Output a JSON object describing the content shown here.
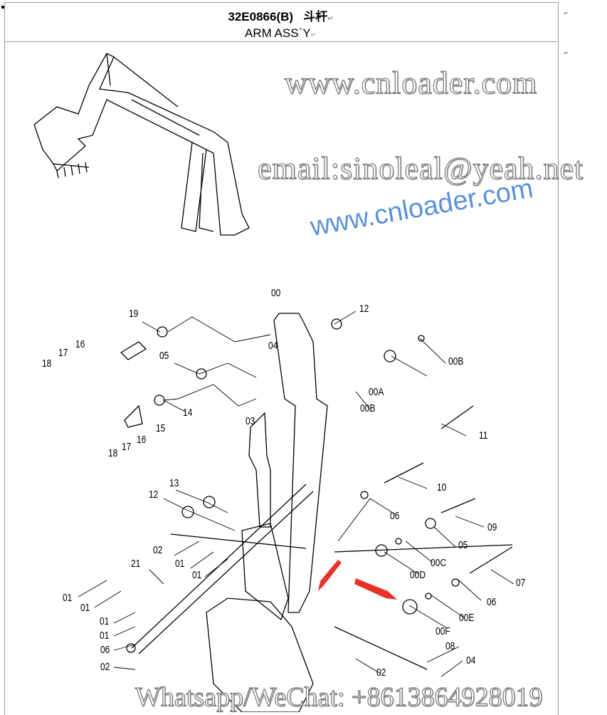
{
  "header": {
    "title": "32E0866(B)",
    "title_cn": "斗杆",
    "subtitle": "ARM ASS`Y"
  },
  "labels": [
    "00",
    "12",
    "19",
    "16",
    "17",
    "18",
    "05",
    "04",
    "00B",
    "00A",
    "00B",
    "03",
    "14",
    "15",
    "16",
    "17",
    "18",
    "11",
    "10",
    "13",
    "12",
    "06",
    "09",
    "05",
    "02",
    "01",
    "01",
    "21",
    "00C",
    "00D",
    "01",
    "01",
    "07",
    "06",
    "01",
    "01",
    "00E",
    "00F",
    "06",
    "08",
    "02",
    "02",
    "04"
  ],
  "watermarks": {
    "site": "www.cnloader.com",
    "email": "email:sinoleal@yeah.net",
    "site_diagonal": "www.cnloader.com",
    "contact": "Whatsapp/WeChat: +8613864928019"
  },
  "colors": {
    "arrow": "#e8332a",
    "watermark_blue": "#4a86d8"
  }
}
